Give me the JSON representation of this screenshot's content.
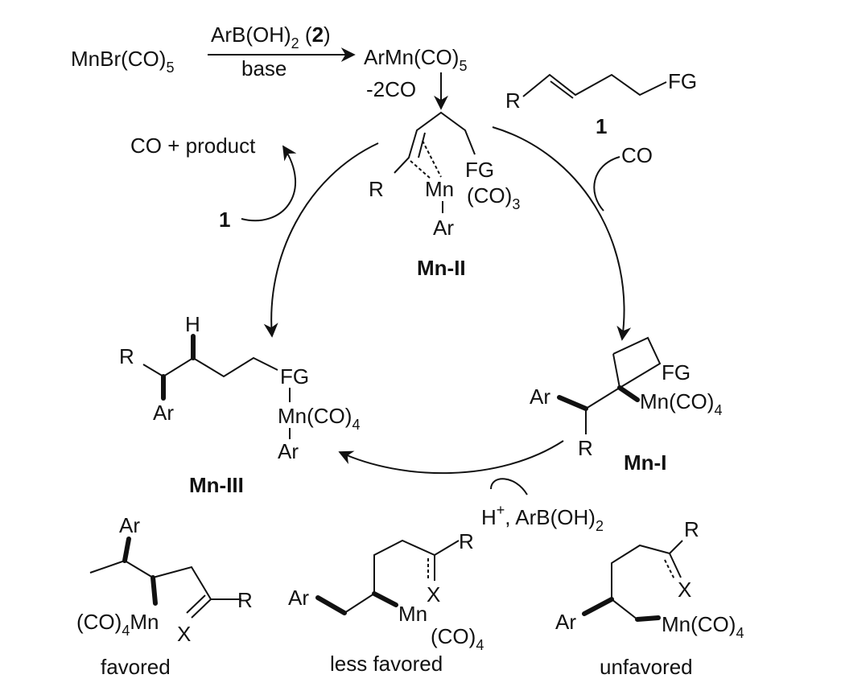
{
  "top": {
    "reagent": "MnBr(CO)",
    "reagent_sub": "5",
    "arrow_top": "ArB(OH)",
    "arrow_top_sub": "2",
    "arrow_top_label": "2",
    "arrow_bottom": "base",
    "product": "ArMn(CO)",
    "product_sub": "5",
    "loss": "-2CO"
  },
  "substrate": {
    "r": "R",
    "fg": "FG",
    "label": "1"
  },
  "co_in": "CO",
  "co_out": "CO + product",
  "substrate_in": "1",
  "mn2": {
    "r": "R",
    "mn": "Mn",
    "fg": "FG",
    "co": "(CO)",
    "co_sub": "3",
    "ar": "Ar",
    "label": "Mn-II"
  },
  "mn1": {
    "fg": "FG",
    "mn": "Mn(CO)",
    "mn_sub": "4",
    "ar": "Ar",
    "r": "R",
    "label": "Mn-I"
  },
  "mn3": {
    "r": "R",
    "h": "H",
    "ar": "Ar",
    "fg": "FG",
    "mn": "Mn(CO)",
    "mn_sub": "4",
    "ar2": "Ar",
    "label": "Mn-III"
  },
  "protonation": {
    "text": "H",
    "sup": "+",
    "rest": ", ArB(OH)",
    "sub": "2"
  },
  "bottom": [
    {
      "ar": "Ar",
      "mn": "(CO)",
      "mn_sub": "4",
      "mn_tail": "Mn",
      "x": "X",
      "r": "R",
      "label": "favored"
    },
    {
      "ar": "Ar",
      "mn": "Mn",
      "x": "X",
      "co": "(CO)",
      "co_sub": "4",
      "r": "R",
      "label": "less favored"
    },
    {
      "ar": "Ar",
      "mn": "Mn(CO)",
      "mn_sub": "4",
      "x": "X",
      "r": "R",
      "label": "unfavored"
    }
  ]
}
